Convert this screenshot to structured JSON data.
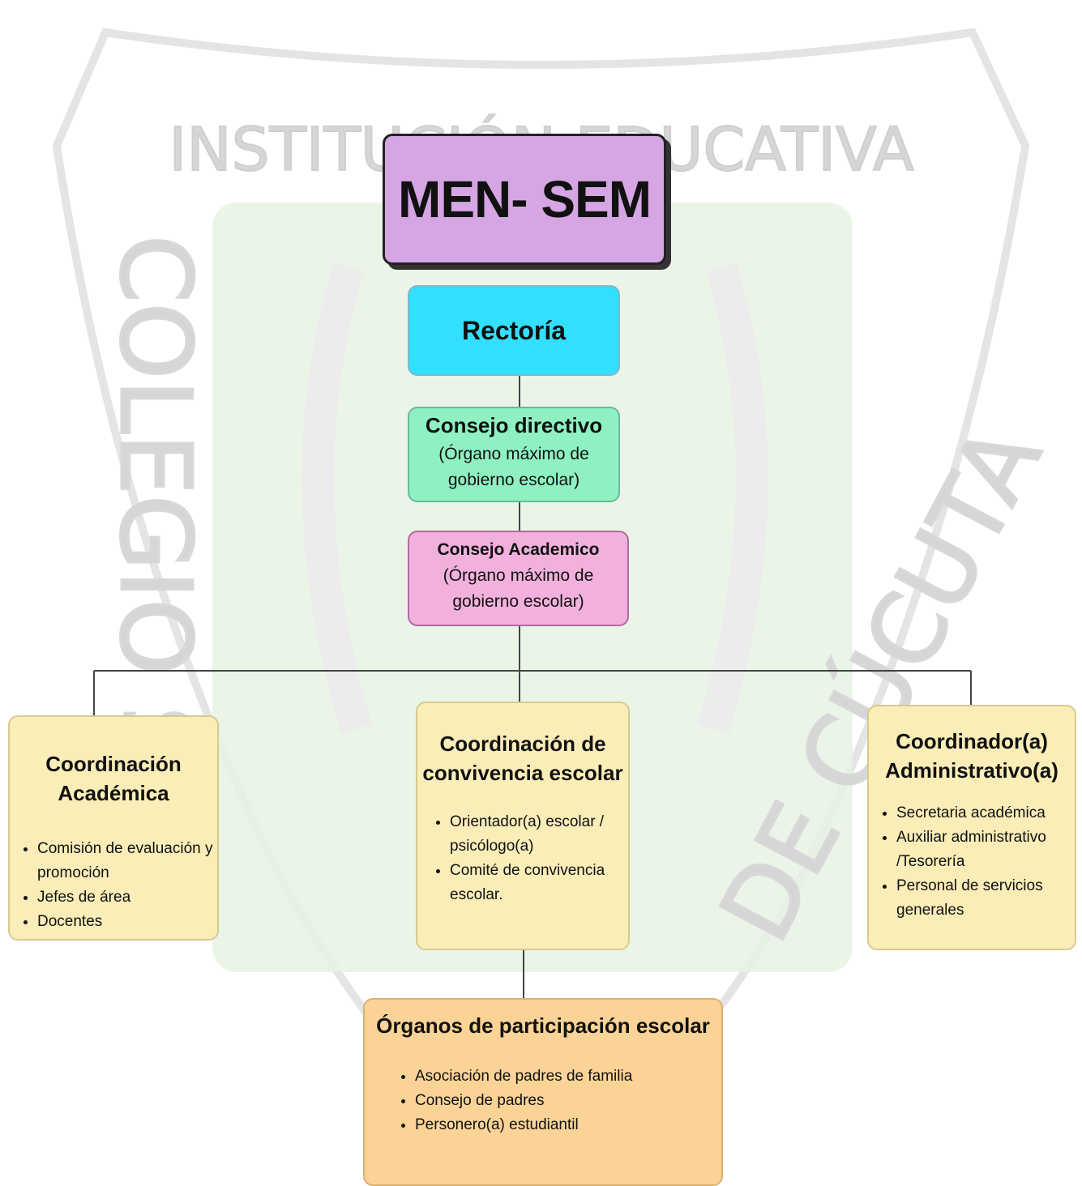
{
  "watermark": {
    "top_text": "INSTITUCIÓN EDUCATIVA",
    "left_text": "COLEGIO SAN",
    "right_text": "DE CÚCUTA"
  },
  "nodes": {
    "men_sem": {
      "title": "MEN- SEM",
      "color": "#d6a6e4"
    },
    "rectoria": {
      "title": "Rectoría",
      "color": "#33dfff"
    },
    "consejo_directivo": {
      "title": "Consejo directivo",
      "subtitle": "(Órgano máximo de gobierno escolar)",
      "color": "#8ff1c2"
    },
    "consejo_academico": {
      "title": "Consejo Academico",
      "subtitle": "(Órgano máximo de gobierno escolar)",
      "color": "#f2b0dc"
    },
    "coordinacion_academica": {
      "title": "Coordinación Académica",
      "items": [
        "Comisión de evaluación y promoción",
        "Jefes de área",
        "Docentes"
      ],
      "color": "#faedb8"
    },
    "coordinacion_convivencia": {
      "title": "Coordinación de convivencia escolar",
      "items": [
        "Orientador(a) escolar / psicólogo(a)",
        "Comité de convivencia escolar."
      ],
      "color": "#faedb8"
    },
    "coordinador_administrativo": {
      "title": "Coordinador(a) Administrativo(a)",
      "items": [
        "Secretaria académica",
        "Auxiliar administrativo /Tesorería",
        "Personal de servicios generales"
      ],
      "color": "#faedb8"
    },
    "organos_participacion": {
      "title": "Órganos de participación escolar",
      "items": [
        "Asociación de padres de familia",
        "Consejo de padres",
        "Personero(a) estudiantil"
      ],
      "color": "#fbd397"
    }
  }
}
